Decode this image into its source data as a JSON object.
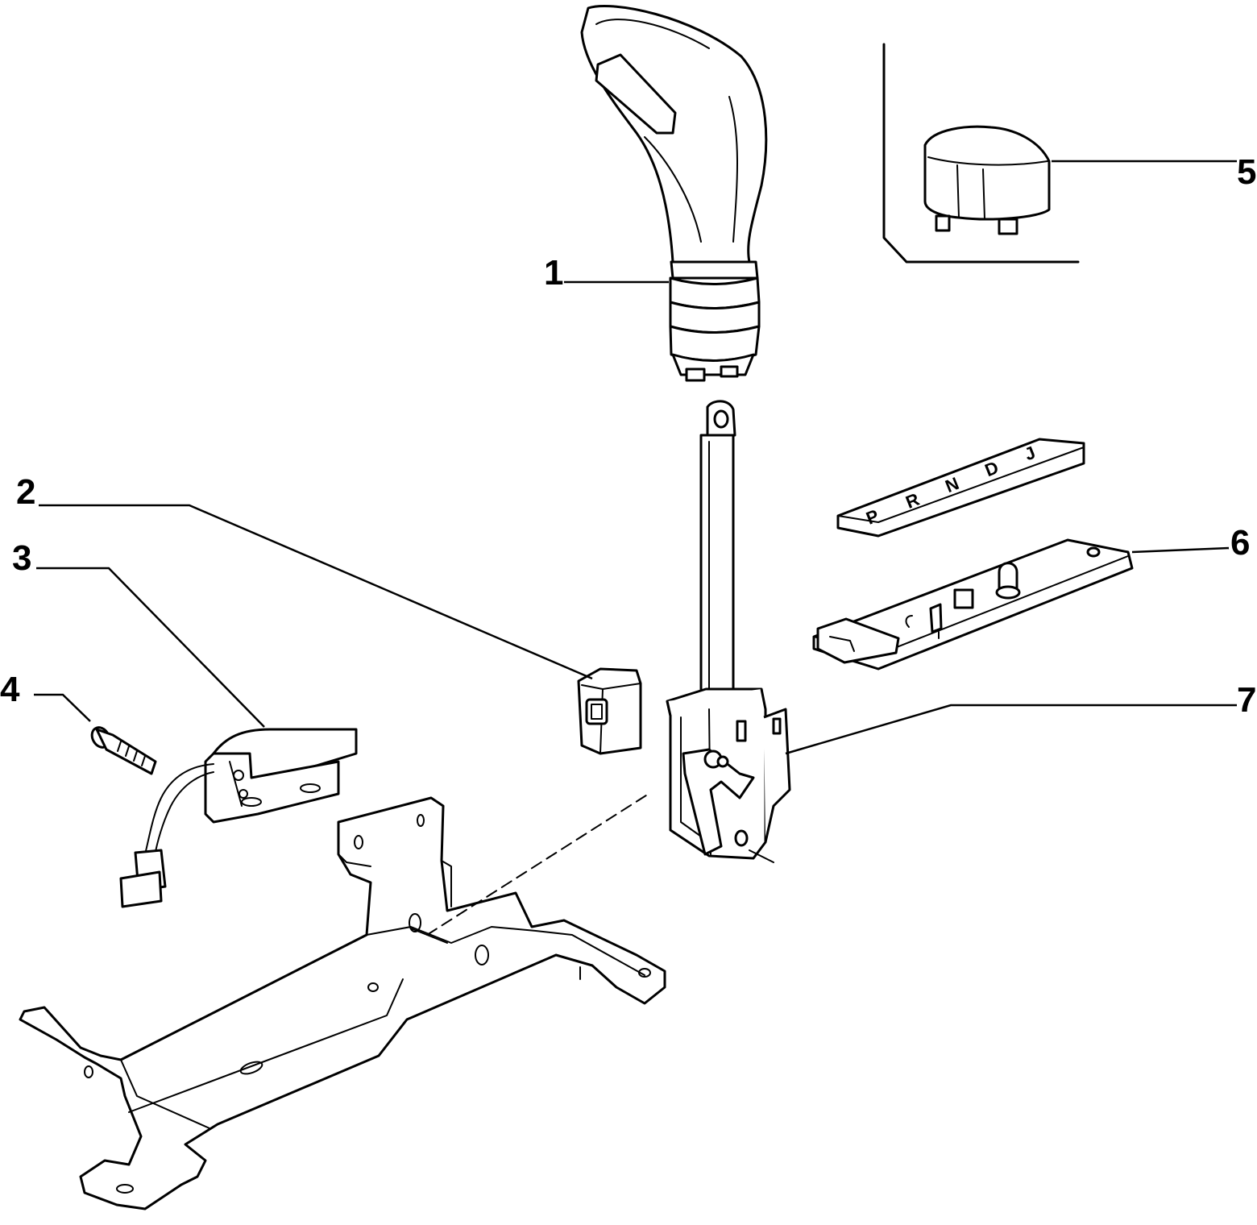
{
  "callouts": [
    {
      "id": "1",
      "label": "1"
    },
    {
      "id": "2",
      "label": "2"
    },
    {
      "id": "3",
      "label": "3"
    },
    {
      "id": "4",
      "label": "4"
    },
    {
      "id": "5",
      "label": "5"
    },
    {
      "id": "6",
      "label": "6"
    },
    {
      "id": "7",
      "label": "7"
    }
  ],
  "selector_plate": {
    "letters": [
      "P",
      "R",
      "N",
      "D",
      "J"
    ]
  }
}
